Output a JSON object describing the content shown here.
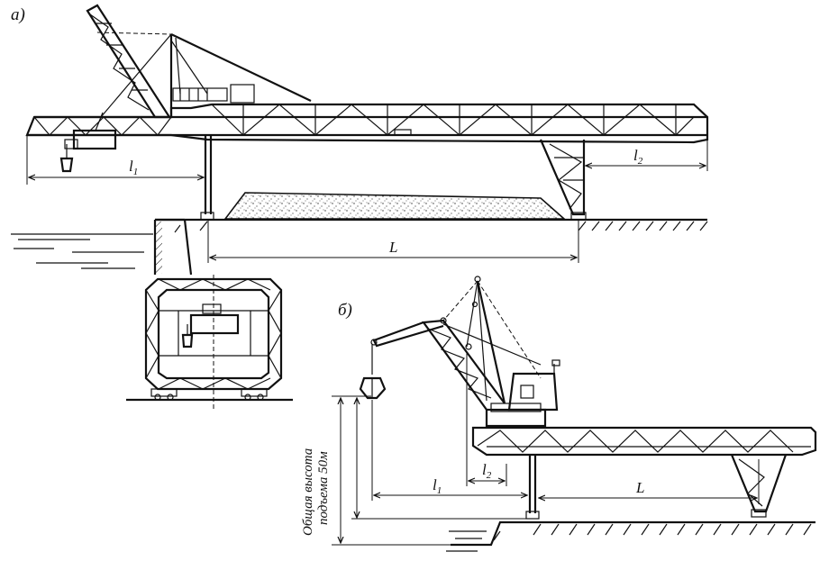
{
  "figure": {
    "part_a_label": "а)",
    "part_b_label": "б)",
    "dim_l1": "l",
    "dim_l1_sub": "1",
    "dim_l2": "l",
    "dim_l2_sub": "2",
    "dim_L": "L",
    "height_label_line1": "Общая высота",
    "height_label_line2": "подъема 50м"
  }
}
